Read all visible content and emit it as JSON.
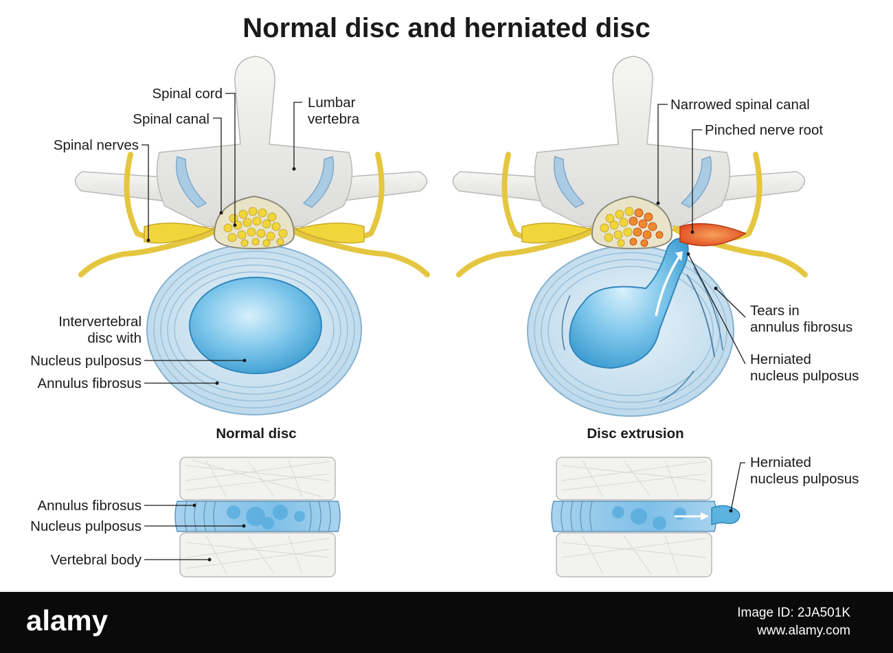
{
  "title": "Normal disc and herniated disc",
  "left": {
    "caption": "Normal disc",
    "labels": {
      "spinal_cord": "Spinal cord",
      "spinal_canal": "Spinal canal",
      "spinal_nerves": "Spinal nerves",
      "lumbar_1": "Lumbar",
      "lumbar_2": "vertebra",
      "ivd_1": "Intervertebral",
      "ivd_2": "disc with",
      "nucleus": "Nucleus pulposus",
      "annulus": "Annulus fibrosus"
    },
    "side_labels": {
      "annulus": "Annulus fibrosus",
      "nucleus": "Nucleus pulposus",
      "vertebral_body": "Vertebral body"
    }
  },
  "right": {
    "caption": "Disc extrusion",
    "labels": {
      "narrowed": "Narrowed spinal canal",
      "pinched": "Pinched nerve root",
      "tears_1": "Tears in",
      "tears_2": "annulus fibrosus",
      "herniated_1": "Herniated",
      "herniated_2": "nucleus pulposus"
    },
    "side_labels": {
      "herniated_1": "Herniated",
      "herniated_2": "nucleus pulposus"
    }
  },
  "footer": {
    "logo": "alamy",
    "image_id": "Image ID: 2JA501K",
    "url": "www.alamy.com"
  },
  "colors": {
    "bone": "#eeeeec",
    "nerve": "#f1d63b",
    "disc_ring": "#cfe4f1",
    "nucleus": "#5db3df",
    "inflamed": "#e8622a"
  }
}
